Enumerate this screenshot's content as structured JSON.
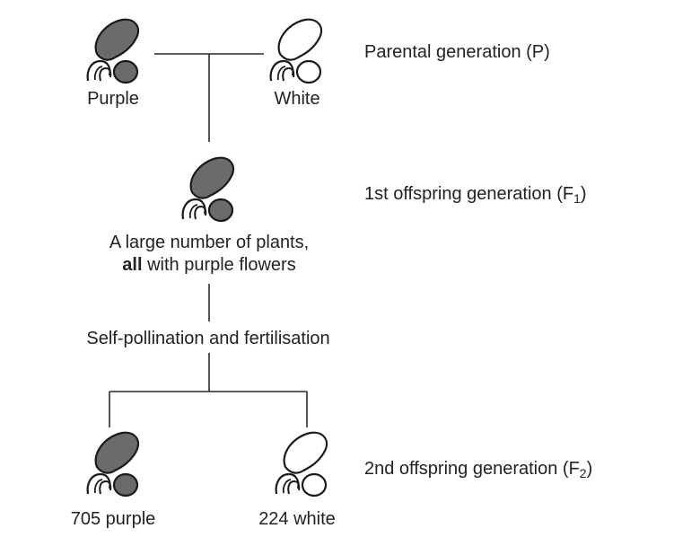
{
  "generations": {
    "parental": "Parental generation (P)",
    "f1_prefix": "1st offspring generation (F",
    "f1_sub": "1",
    "f1_suffix": ")",
    "f2_prefix": "2nd offspring generation (F",
    "f2_sub": "2",
    "f2_suffix": ")"
  },
  "parents": {
    "left_label": "Purple",
    "right_label": "White"
  },
  "f1": {
    "line1": "A large number of plants,",
    "line2_bold": "all",
    "line2_rest": " with purple flowers"
  },
  "process": {
    "label": "Self-pollination and fertilisation"
  },
  "f2": {
    "left_label": "705 purple",
    "right_label": "224 white"
  },
  "colors": {
    "purple_fill": "#6b6b6b",
    "white_fill": "#ffffff",
    "stroke": "#1a1a1a",
    "line": "#2a2a2a"
  }
}
